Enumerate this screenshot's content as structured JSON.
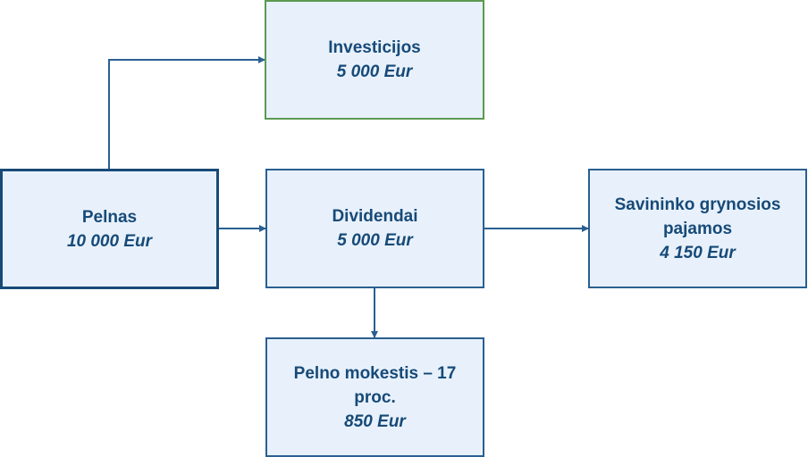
{
  "nodes": {
    "pelnas": {
      "title": "Pelnas",
      "value": "10 000 Eur"
    },
    "investicijos": {
      "title": "Investicijos",
      "value": "5 000 Eur"
    },
    "dividendai": {
      "title": "Dividendai",
      "value": "5 000 Eur"
    },
    "savininko": {
      "title": "Savininko grynosios pajamos",
      "value": "4 150 Eur"
    },
    "mokestis": {
      "title": "Pelno mokestis – 17 proc.",
      "value": "850 Eur"
    }
  },
  "edges": [
    {
      "from": "pelnas",
      "to": "investicijos"
    },
    {
      "from": "pelnas",
      "to": "dividendai"
    },
    {
      "from": "dividendai",
      "to": "savininko"
    },
    {
      "from": "dividendai",
      "to": "mokestis"
    }
  ],
  "colors": {
    "box_fill": "#e8f1fb",
    "box_border": "#184a78",
    "investicijos_border": "#5a9a52",
    "text": "#174a78",
    "arrow": "#2a5f91"
  }
}
